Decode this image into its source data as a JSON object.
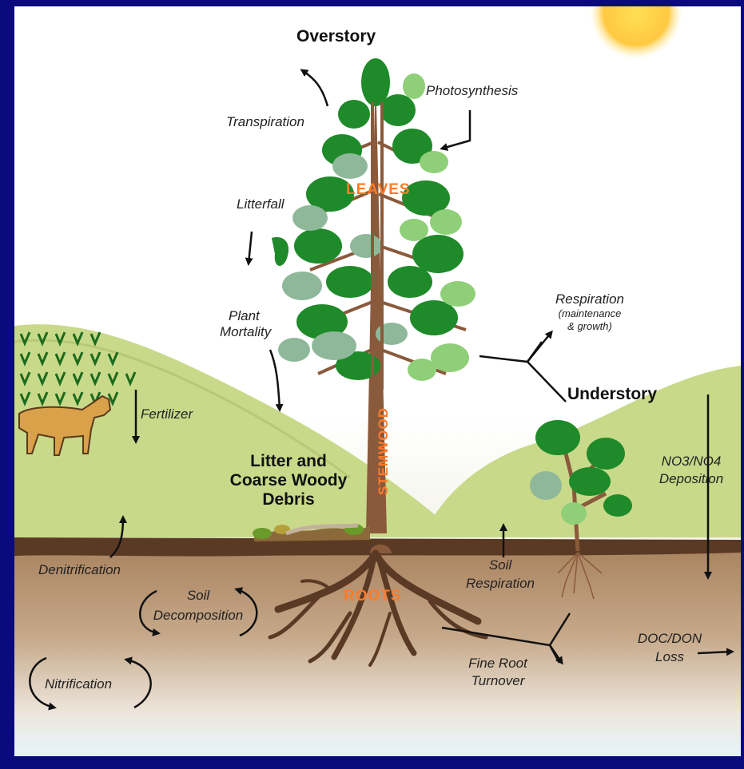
{
  "labels": {
    "overstory": "Overstory",
    "photosynthesis": "Photosynthesis",
    "transpiration": "Transpiration",
    "leaves": "LEAVES",
    "litterfall": "Litterfall",
    "respiration": "Respiration",
    "respiration_sub1": "(maintenance",
    "respiration_sub2": "& growth)",
    "plant": "Plant",
    "mortality": "Mortality",
    "understory": "Understory",
    "fertilizer": "Fertilizer",
    "stemwood": "STEMWOOD",
    "litter1": "Litter and",
    "litter2": "Coarse Woody",
    "litter3": "Debris",
    "no3": "NO3/NO4",
    "deposition": "Deposition",
    "denitrification": "Denitrification",
    "soil": "Soil",
    "respiration2": "Respiration",
    "roots": "ROOTS",
    "soil2": "Soil",
    "decomposition": "Decomposition",
    "doc": "DOC/DON",
    "loss": "Loss",
    "fine_root": "Fine Root",
    "turnover": "Turnover",
    "nitrification": "Nitrification"
  },
  "colors": {
    "background": "#0a0a7c",
    "hill": "#c9d98a",
    "soil": "#b68b62",
    "topsoil": "#5a3a24",
    "trunk": "#8a5a3c",
    "leaf_dark": "#1f8a2a",
    "leaf_light": "#8fcf78",
    "leaf_gray": "#8fb89a",
    "label_orange": "#ff7a2a",
    "sun": "#ffcc33"
  }
}
